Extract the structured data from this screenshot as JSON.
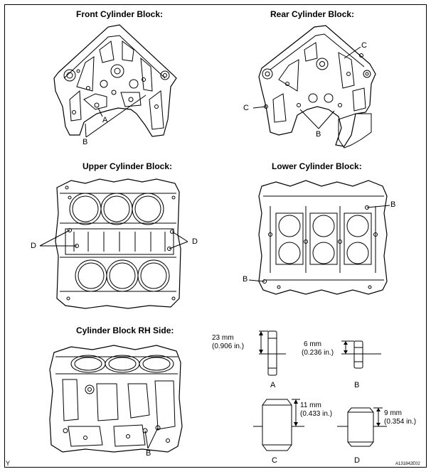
{
  "titles": {
    "front": "Front Cylinder Block:",
    "rear": "Rear Cylinder Block:",
    "upper": "Upper Cylinder Block:",
    "lower": "Lower Cylinder Block:",
    "rh_side": "Cylinder Block RH Side:"
  },
  "callouts": {
    "a": "A",
    "b": "B",
    "c": "C",
    "d": "D"
  },
  "pins": [
    {
      "id": "A",
      "size_mm": "23 mm",
      "size_in": "(0.906 in.)"
    },
    {
      "id": "B",
      "size_mm": "6 mm",
      "size_in": "(0.236 in.)"
    },
    {
      "id": "C",
      "size_mm": "11 mm",
      "size_in": "(0.433 in.)"
    },
    {
      "id": "D",
      "size_mm": "9 mm",
      "size_in": "(0.354 in.)"
    }
  ],
  "corner_mark": "Y",
  "figure_code": "A131842E02"
}
